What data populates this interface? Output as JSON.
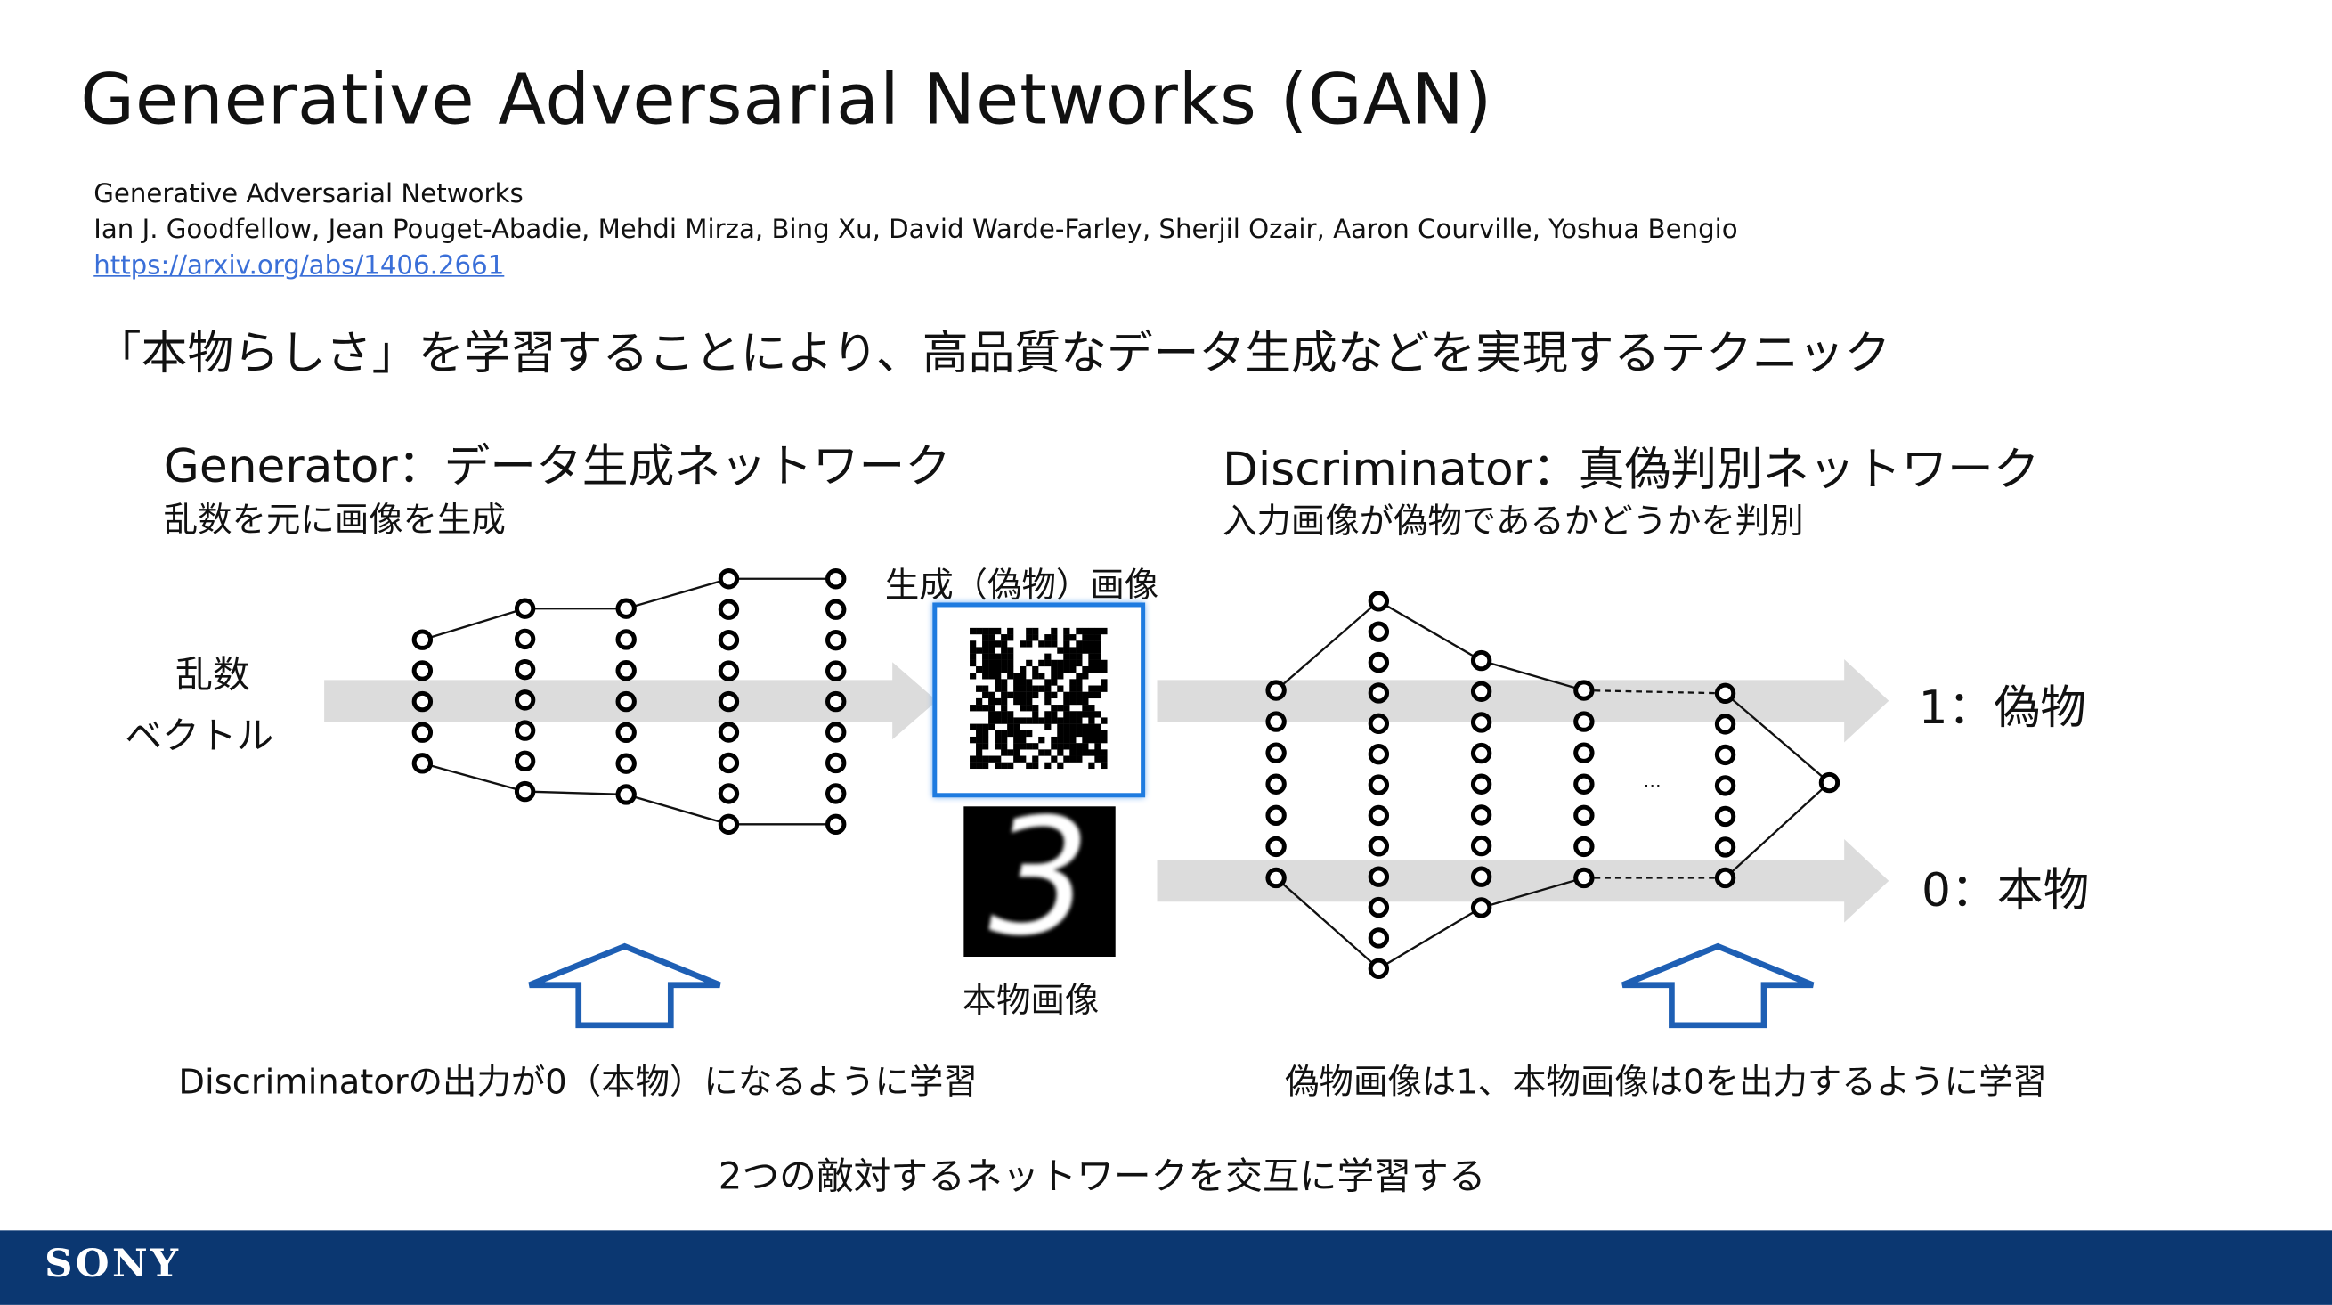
{
  "title": "Generative Adversarial Networks (GAN)",
  "reference": {
    "paper_title": "Generative Adversarial Networks",
    "authors": "Ian J. Goodfellow, Jean Pouget-Abadie, Mehdi Mirza, Bing Xu, David Warde-Farley, Sherjil Ozair, Aaron Courville, Yoshua Bengio",
    "url": "https://arxiv.org/abs/1406.2661"
  },
  "tagline": "「本物らしさ」を学習することにより、高品質なデータ生成などを実現するテクニック",
  "generator": {
    "heading": "Generator：データ生成ネットワーク",
    "subtitle": "乱数を元に画像を生成",
    "input_label_1": "乱数",
    "input_label_2": "ベクトル",
    "caption": "Discriminatorの出力が0（本物）になるように学習"
  },
  "discriminator": {
    "heading": "Discriminator：真偽判別ネットワーク",
    "subtitle": "入力画像が偽物であるかどうかを判別",
    "output_fake": "1：偽物",
    "output_real": "0：本物",
    "ellipsis": "…",
    "caption": "偽物画像は1、本物画像は0を出力するように学習"
  },
  "images": {
    "fake_label": "生成（偽物）画像",
    "real_label": "本物画像",
    "real_digit": "3"
  },
  "summary": "2つの敵対するネットワークを交互に学習する",
  "footer": {
    "logo": "SONY"
  },
  "colors": {
    "footer": "#0b3771",
    "accent_blue": "#1e5fb4",
    "arrow_gray": "#dcdcdc",
    "link": "#3a6fd8"
  }
}
